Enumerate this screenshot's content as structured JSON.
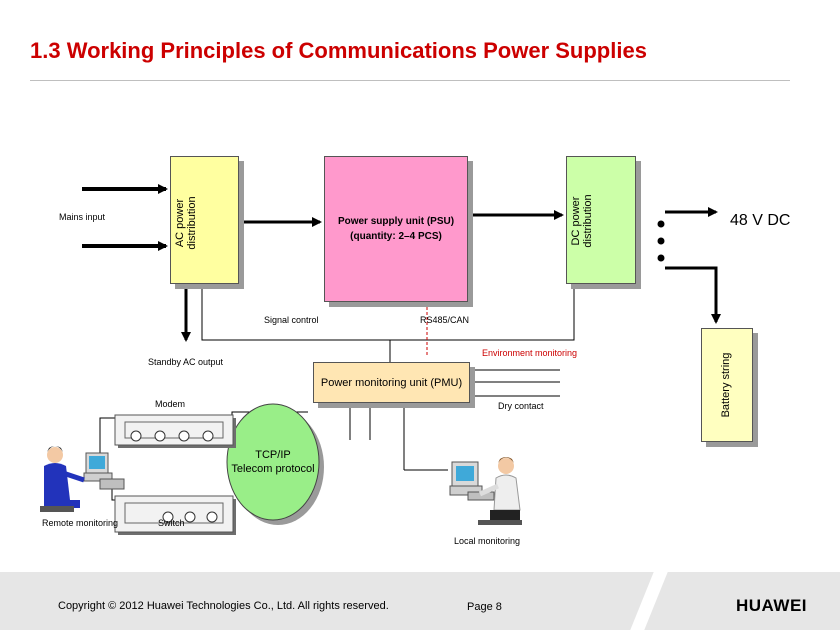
{
  "slide": {
    "title": "1.3 Working Principles of Communications Power Supplies",
    "copyright": "Copyright © 2012 Huawei Technologies Co., Ltd.  All rights reserved.",
    "page": "Page 8",
    "brand": "HUAWEI"
  },
  "diagram": {
    "mains_input": "Mains input",
    "ac_distribution": "AC power distribution",
    "psu_line1": "Power supply unit (PSU)",
    "psu_line2": "(quantity: 2–4 PCS)",
    "dc_distribution": "DC power distribution",
    "output_voltage": "48 V DC",
    "battery_string": "Battery string",
    "signal_control": "Signal control",
    "rs485": "RS485/CAN",
    "standby_ac": "Standby AC output",
    "environment_monitoring": "Environment monitoring",
    "pmu": "Power monitoring unit (PMU)",
    "dry_contact": "Dry contact",
    "modem": "Modem",
    "tcpip_line1": "TCP/IP",
    "tcpip_line2": "Telecom protocol",
    "remote_monitoring": "Remote monitoring",
    "switch": "Switch",
    "local_monitoring": "Local monitoring"
  },
  "colors": {
    "title": "#cc0000",
    "ac_box": "#ffffa0",
    "psu_box": "#ff99cc",
    "dc_box": "#ccffa8",
    "battery_box": "#ffffc0",
    "pmu_box": "#ffe6b3",
    "tcp_ellipse": "#99ee88",
    "footer": "#e6e6e6",
    "logo": "#cc0000"
  }
}
